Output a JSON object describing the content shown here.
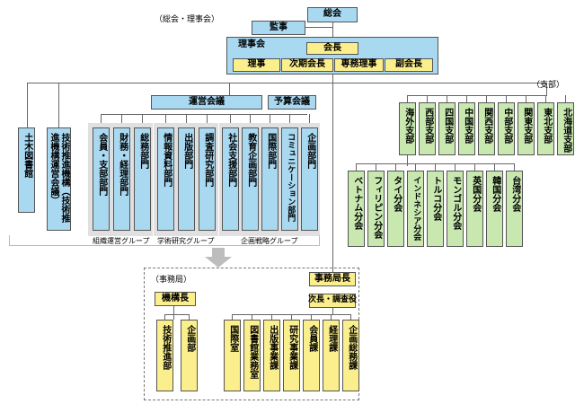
{
  "header_note": "（総会・理事会）",
  "branch_note": "（支部）",
  "secretariat_note": "（事務局）",
  "top": {
    "general_meeting": "総会",
    "auditor": "監事",
    "board": "理事会",
    "president": "会長",
    "officers": [
      "理事",
      "次期会長",
      "専務理事",
      "副会長"
    ]
  },
  "committees": {
    "operations": "運営会議",
    "budget": "予算会議"
  },
  "departments": {
    "library": "土木図書館",
    "tech": "技術推進機構（技術推進機構運営会議）",
    "group1": [
      "会員・支部部門",
      "財務・経理部門",
      "総務部門"
    ],
    "group2": [
      "情報資料部門",
      "出版部門",
      "調査研究部門"
    ],
    "group3": [
      "社会支援部門",
      "教育企画部門",
      "国際部門",
      "コミュニケーション部門",
      "企画部門"
    ]
  },
  "groups": {
    "g1": "組織運営グループ",
    "g2": "学術研究グループ",
    "g3": "企画戦略グループ"
  },
  "branches": [
    "海外支部",
    "西部支部",
    "四国支部",
    "中国支部",
    "関西支部",
    "中部支部",
    "関東支部",
    "東北支部",
    "北海道支部"
  ],
  "overseas_branches": [
    "ベトナム分会",
    "フィリピン分会",
    "タイ分会",
    "インドネシア分会",
    "トルコ分会",
    "モンゴル分会",
    "英国分会",
    "韓国分会",
    "台湾分会"
  ],
  "secretariat": {
    "director": "事務局長",
    "deputy": "次長・調査役",
    "org_head": "機構長",
    "left_units": [
      "技術推進部",
      "企画部"
    ],
    "right_units": [
      "国際室",
      "図書館業務室",
      "出版事業課",
      "研究事業課",
      "会員課",
      "経理課",
      "企画総務課"
    ]
  },
  "colors": {
    "blue": "#a9d8f1",
    "yellow": "#fbee8c",
    "green": "#c8e8b0",
    "gray": "#e0e0e0"
  }
}
